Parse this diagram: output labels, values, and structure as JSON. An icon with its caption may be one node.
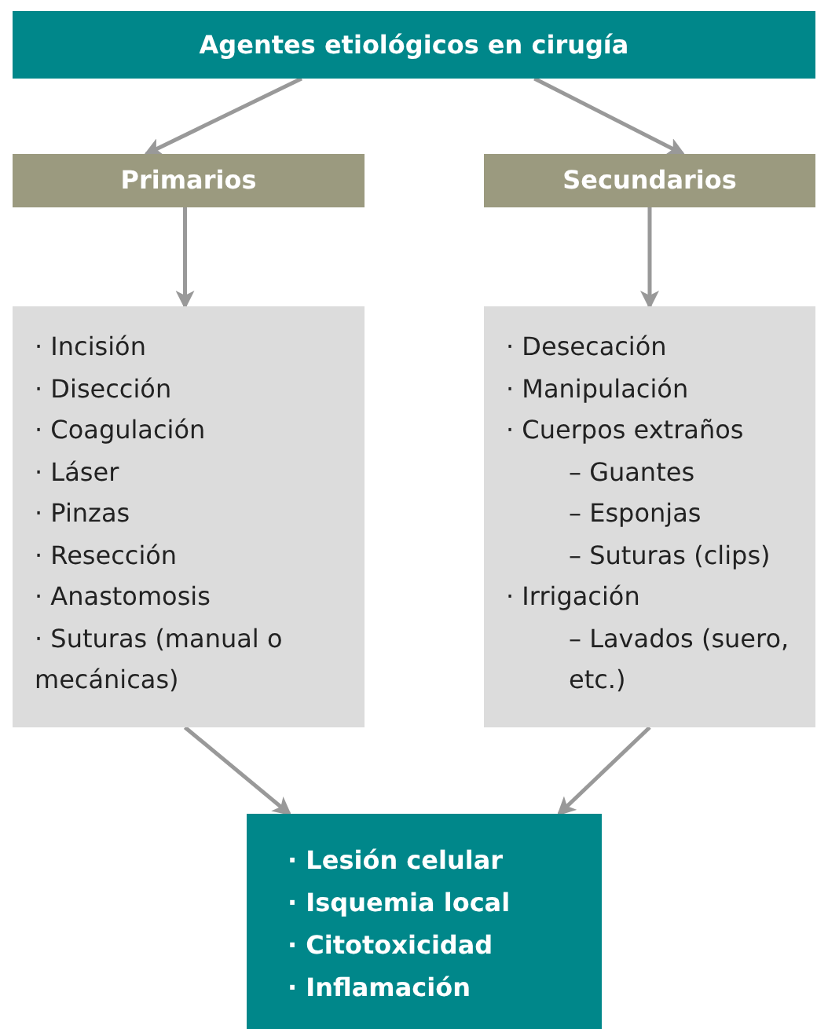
{
  "diagram": {
    "nodes": [
      {
        "text": [
          "Agentes etiológicos en cirugía"
        ]
      },
      {
        "text": [
          "Primarios"
        ]
      },
      {
        "text": [
          "Secundarios"
        ]
      },
      {
        "text": [
          "· Incisión",
          "· Disección",
          "· Coagulación",
          "· Láser",
          "· Pinzas",
          "· Resección",
          "· Anastomosis",
          "· Suturas (manual o mecánicas)"
        ]
      },
      {
        "text": [
          "· Desecación",
          "· Manipulación",
          "· Cuerpos extraños",
          "– Guantes",
          "– Esponjas",
          "– Suturas (clips)",
          "· Irrigación",
          "– Lavados (suero, etc.)"
        ]
      },
      {
        "text": [
          "· Lesión celular",
          "· Isquemia local",
          "· Citotoxicidad",
          "· Inflamación"
        ]
      }
    ],
    "edges": [
      {
        "from": 0,
        "to": 1,
        "arrow": "to"
      },
      {
        "from": 0,
        "to": 2,
        "arrow": "to"
      },
      {
        "from": 1,
        "to": 3,
        "arrow": "to"
      },
      {
        "from": 2,
        "to": 4,
        "arrow": "to"
      },
      {
        "from": 3,
        "to": 5,
        "arrow": "to"
      },
      {
        "from": 4,
        "to": 5,
        "arrow": "to"
      }
    ]
  }
}
